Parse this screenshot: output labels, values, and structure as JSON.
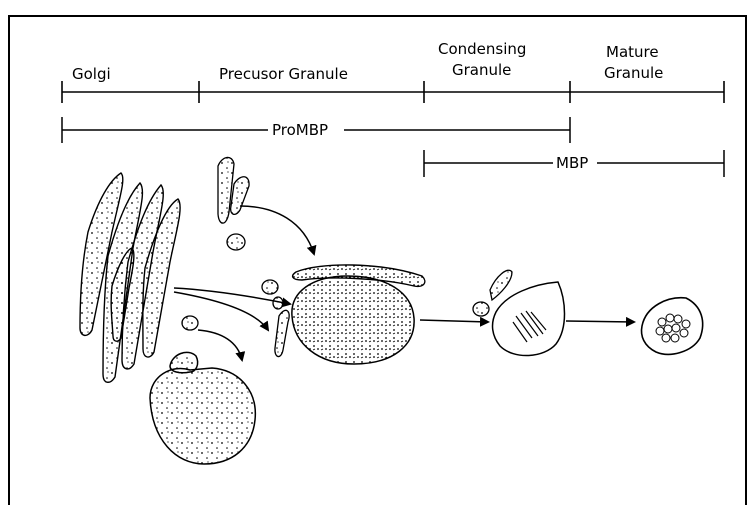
{
  "stages": {
    "golgi": "Golgi",
    "precursor": "Precusor  Granule",
    "condensing_line1": "Condensing",
    "condensing_line2": "Granule",
    "mature_line1": "Mature",
    "mature_line2": "Granule"
  },
  "bars": {
    "prombp": "ProMBP",
    "mbp": "MBP"
  },
  "colors": {
    "ink": "#000000",
    "background": "#ffffff"
  }
}
